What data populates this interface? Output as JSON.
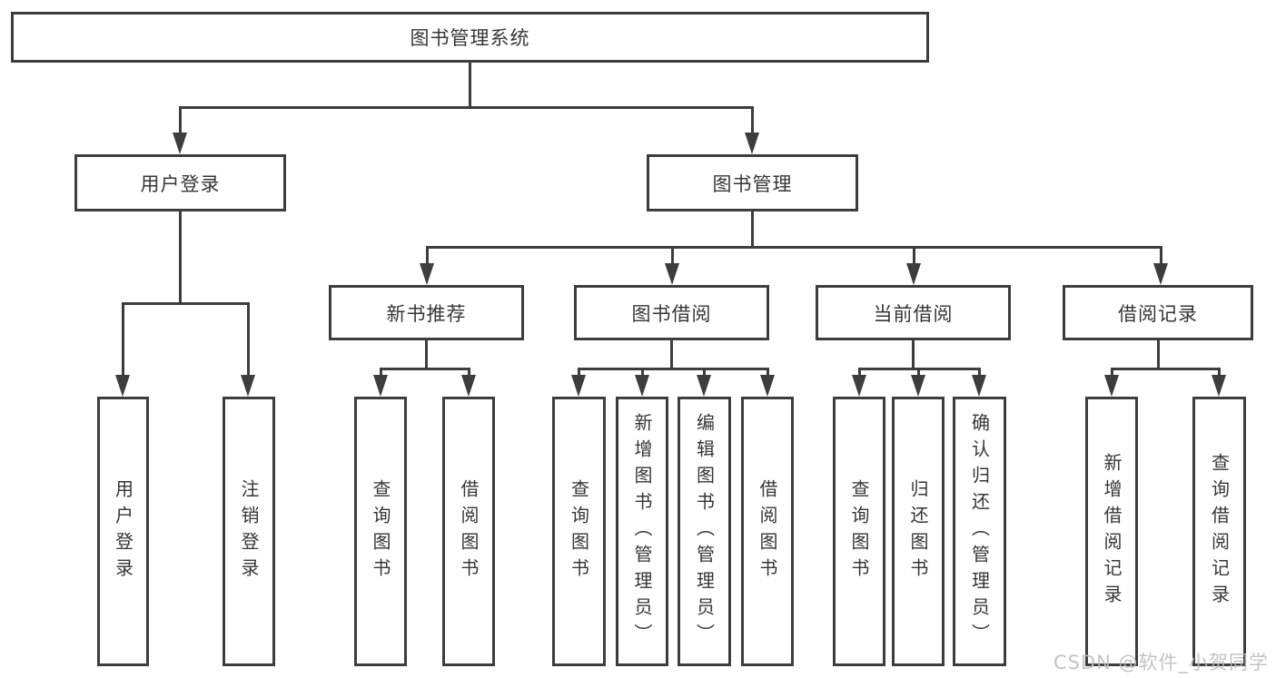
{
  "tree": {
    "root": {
      "label": "图书管理系统",
      "children": [
        {
          "label": "用户登录",
          "children": [
            {
              "label": "用户登录"
            },
            {
              "label": "注销登录"
            }
          ]
        },
        {
          "label": "图书管理",
          "children": [
            {
              "label": "新书推荐",
              "children": [
                {
                  "label": "查询图书"
                },
                {
                  "label": "借阅图书"
                }
              ]
            },
            {
              "label": "图书借阅",
              "children": [
                {
                  "label": "查询图书"
                },
                {
                  "label": "新增图书（管理员）"
                },
                {
                  "label": "编辑图书（管理员）"
                },
                {
                  "label": "借阅图书"
                }
              ]
            },
            {
              "label": "当前借阅",
              "children": [
                {
                  "label": "查询图书"
                },
                {
                  "label": "归还图书"
                },
                {
                  "label": "确认归还（管理员）"
                }
              ]
            },
            {
              "label": "借阅记录",
              "children": [
                {
                  "label": "新增借阅记录"
                },
                {
                  "label": "查询借阅记录"
                }
              ]
            }
          ]
        }
      ]
    }
  },
  "watermark": {
    "text": "CSDN @软件_小贺同学"
  },
  "colors": {
    "line": "#3d3d3d",
    "text": "#363636",
    "watermark": "#bdbdbd",
    "background": "#ffffff"
  }
}
